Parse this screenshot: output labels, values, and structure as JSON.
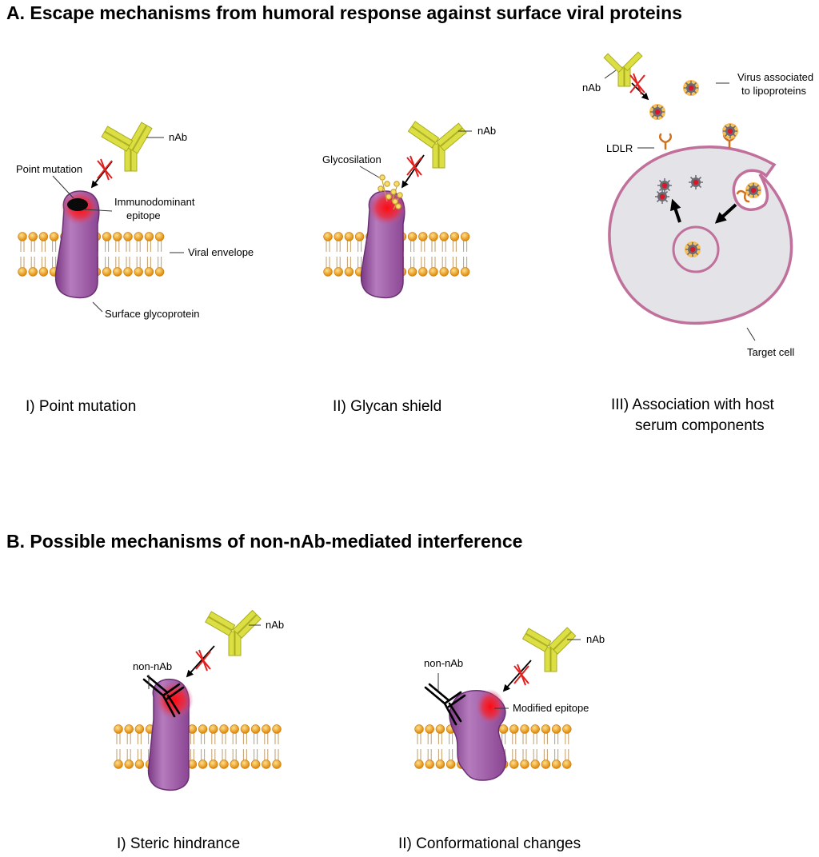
{
  "section_a": {
    "title": "A. Escape mechanisms from humoral response against surface viral proteins",
    "panel1": {
      "caption": "I) Point mutation",
      "label_nab": "nAb",
      "label_point_mutation": "Point mutation",
      "label_epitope_line1": "Immunodominant",
      "label_epitope_line2": "epitope",
      "label_envelope": "Viral envelope",
      "label_glycoprotein": "Surface glycoprotein"
    },
    "panel2": {
      "caption": "II) Glycan shield",
      "label_nab": "nAb",
      "label_glycosylation": "Glycosilation"
    },
    "panel3": {
      "caption_line1": "III) Association with host",
      "caption_line2": "serum components",
      "label_nab": "nAb",
      "label_virus_line1": "Virus associated",
      "label_virus_line2": "to lipoproteins",
      "label_ldlr": "LDLR",
      "label_target_cell": "Target cell"
    }
  },
  "section_b": {
    "title": "B. Possible mechanisms of non-nAb-mediated interference",
    "panel1": {
      "caption": "I) Steric hindrance",
      "label_nab": "nAb",
      "label_non_nab": "non-nAb"
    },
    "panel2": {
      "caption": "II) Conformational changes",
      "label_nab": "nAb",
      "label_non_nab": "non-nAb",
      "label_modified_epitope": "Modified epitope"
    }
  },
  "colors": {
    "antibody": "#d8dc3a",
    "glycoprotein": "#a15fa8",
    "epitope": "#e8141c",
    "lipid_head": "#f2a31a",
    "lipid_tail": "#e8c898",
    "cell_membrane": "#c0709a",
    "cell_fill": "#e3e3e8",
    "ldlr": "#d0701e",
    "lipoprotein": "#f8c862",
    "block_mark": "#e0201e"
  }
}
